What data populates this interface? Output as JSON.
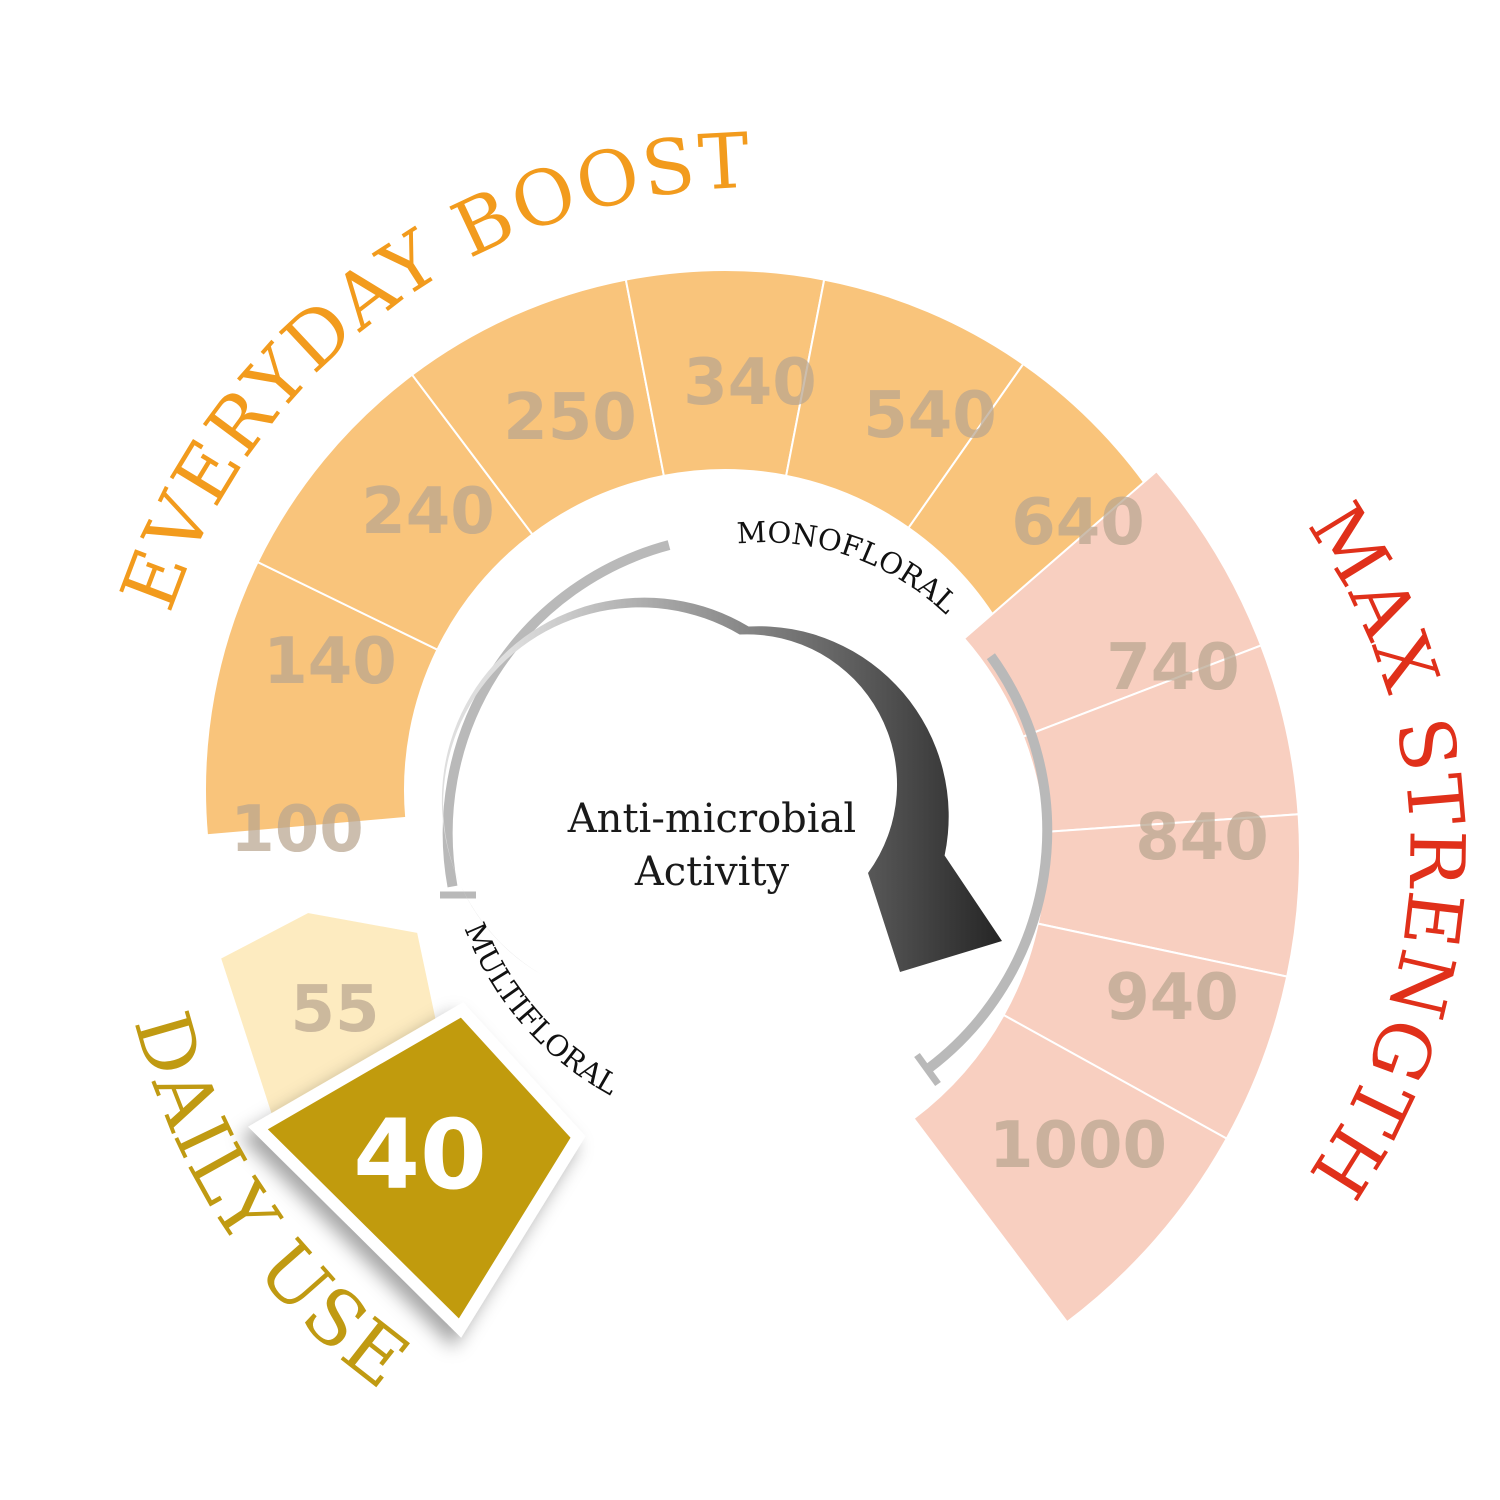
{
  "labels": {
    "everyday_boost": "EVERYDAY BOOST",
    "max_strength": "MAX STRENGTH",
    "daily_use": "DAILY USE",
    "monofloral": "MONOFLORAL",
    "multifloral": "MULTIFLORAL",
    "center_line1": "Anti-microbial",
    "center_line2": "Activity"
  },
  "segments": {
    "highlighted": "40",
    "daily": "55",
    "everyday": [
      "100",
      "140",
      "240",
      "250",
      "340",
      "540"
    ],
    "max": [
      "640",
      "740",
      "840",
      "940",
      "1000"
    ]
  },
  "colors": {
    "everyday_fill": "#f9c47b",
    "max_fill": "#f8cfc0",
    "daily_fill": "#fdebc0",
    "active_fill": "#c19b10",
    "everyday_text": "#f29b1d",
    "max_text": "#e0301a",
    "daily_text": "#c09a12",
    "number_text": "#b8a58f",
    "bracket": "#b9b9b9",
    "arrow_dark": "#2a2a2a",
    "arrow_light": "#dcdcdc"
  }
}
